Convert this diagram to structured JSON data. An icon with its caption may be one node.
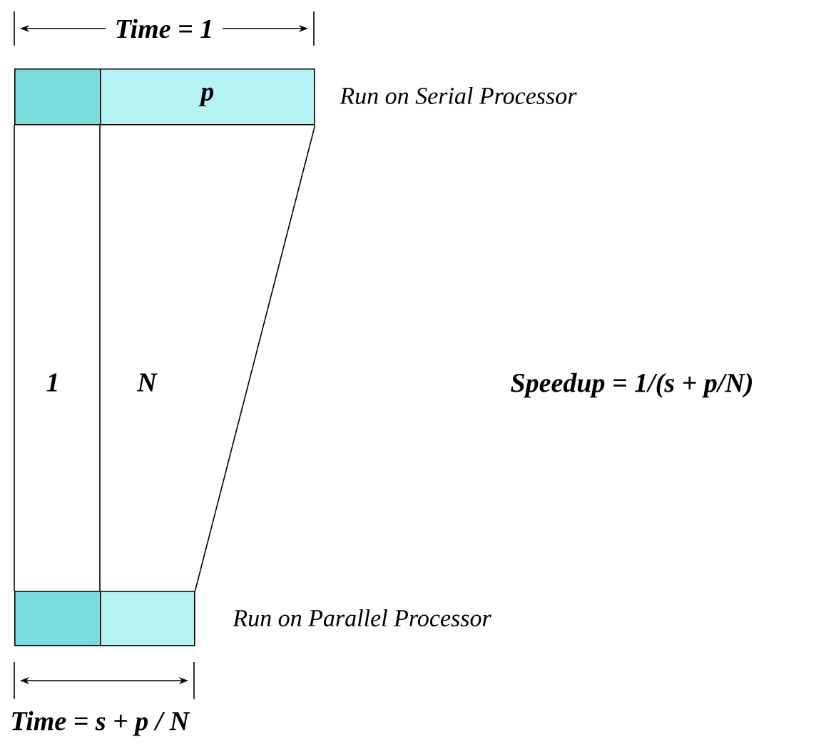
{
  "diagram": {
    "nodes": [
      {
        "text": [],
        "shape": "box"
      },
      {
        "text": [
          "p"
        ]
      },
      {
        "text": [],
        "shape": "box"
      },
      {
        "text": [],
        "shape": "box"
      }
    ],
    "edges": [
      {
        "from": 0,
        "to": 2,
        "arrow": "none"
      },
      {
        "from": 1,
        "to": 3,
        "arrow": "none"
      },
      {
        "from": 1,
        "to": 3,
        "arrow": "none"
      }
    ],
    "labels": [
      "Time = 1",
      "Run on Serial Processor",
      "1",
      "N",
      "Speedup = 1/(s + p/N)",
      "Run on Parallel Processor",
      "Time = s + p / N"
    ]
  }
}
